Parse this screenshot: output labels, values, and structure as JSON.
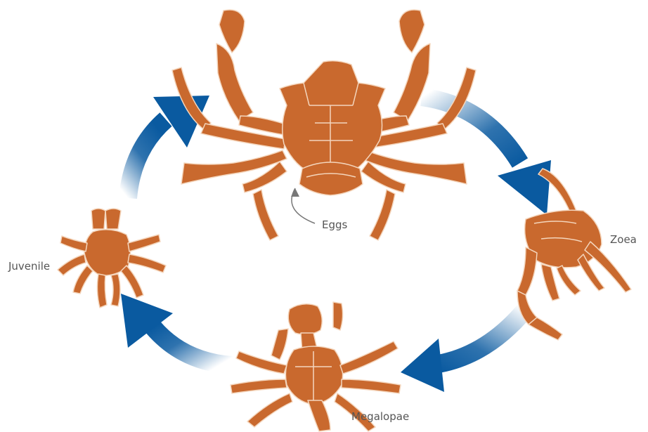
{
  "labels": {
    "eggs": "Eggs",
    "zoea": "Zoea",
    "megalopae": "Megalopae",
    "juvenile": "Juvenile"
  },
  "colors": {
    "crab_fill": "#c9692e",
    "crab_outline": "#f4d6bd",
    "arrow_blue": "#0a5aa0",
    "label_text": "#555555"
  }
}
